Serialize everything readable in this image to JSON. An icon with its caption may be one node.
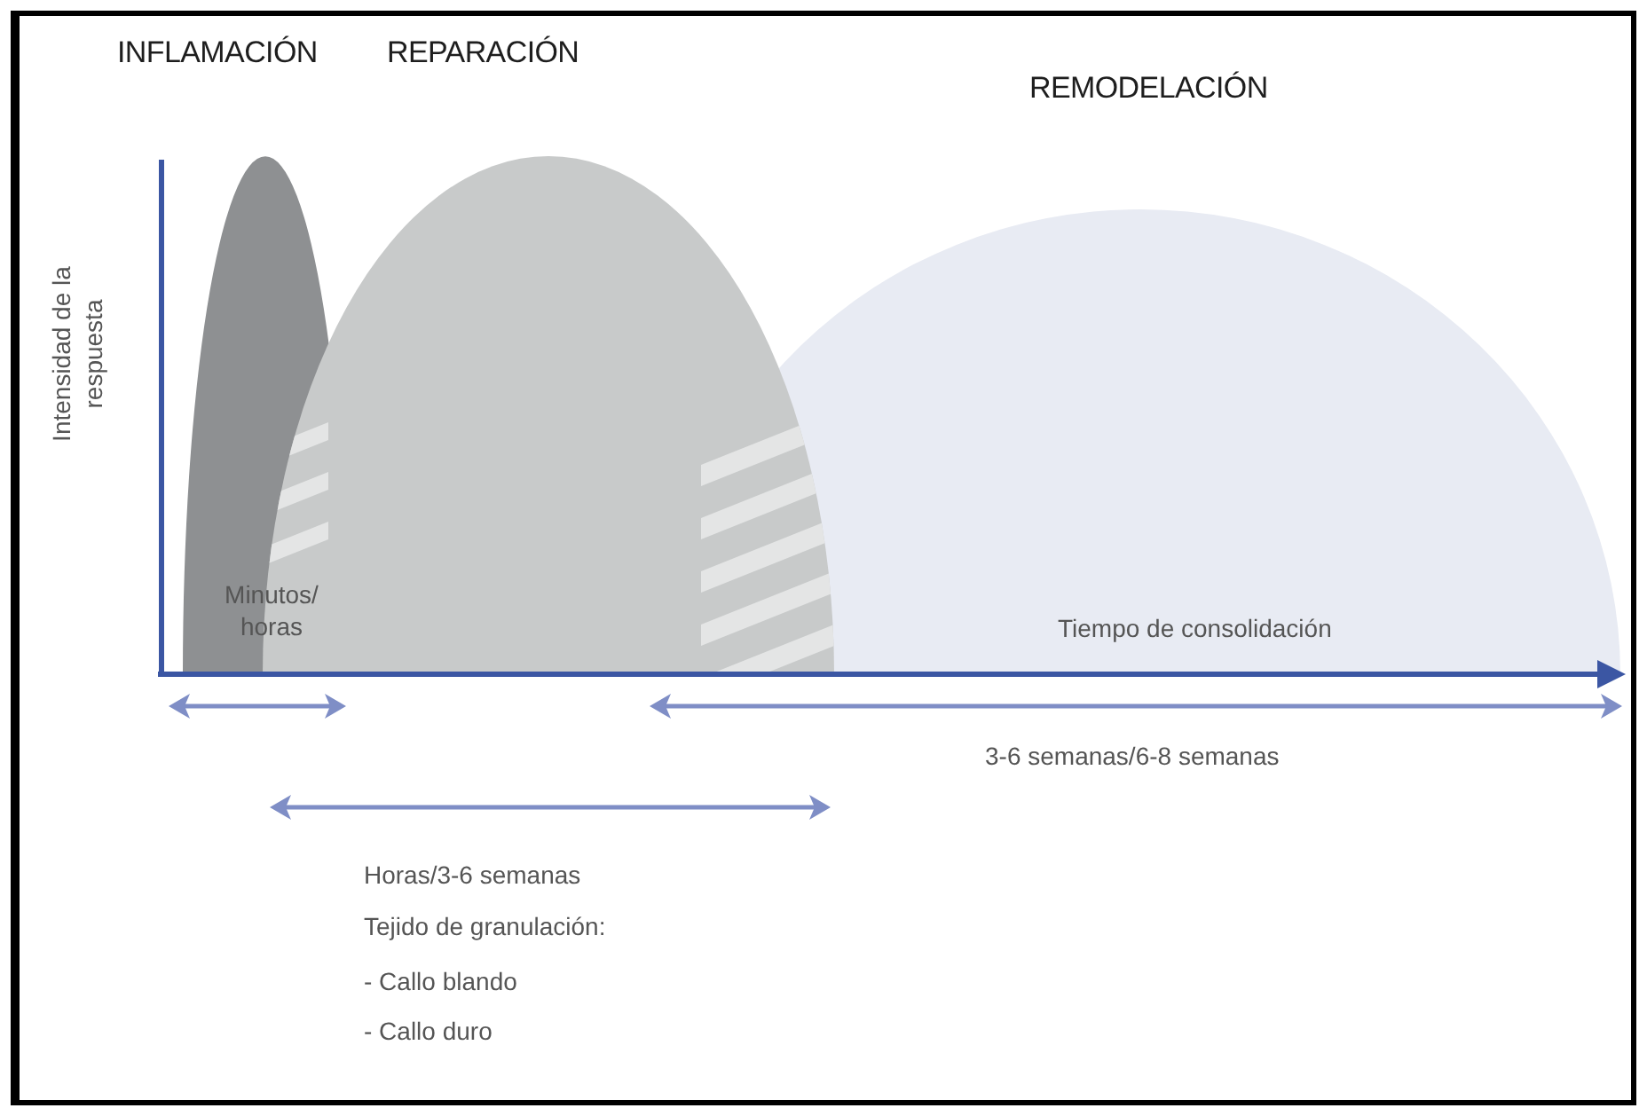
{
  "diagram": {
    "nodes": [
      {
        "text": [
          "INFLAMACIÓN"
        ]
      },
      {
        "text": [
          "REPARACIÓN"
        ]
      },
      {
        "text": [
          "REMODELACIÓN"
        ]
      }
    ],
    "labels": [
      "Intensidad de la respuesta",
      "Minutos/ horas",
      "Tiempo de consolidación",
      "3-6 semanas/6-8 semanas",
      "Horas/3-6 semanas",
      "Tejido de granulación:",
      "- Callo blando",
      "- Callo duro"
    ]
  }
}
